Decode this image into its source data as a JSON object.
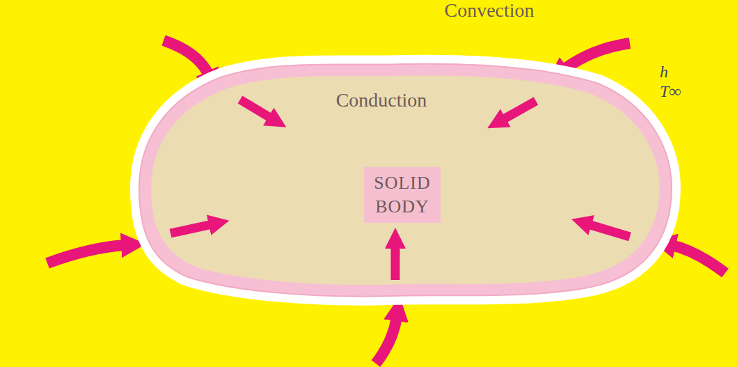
{
  "diagram": {
    "nodes": [
      {
        "text": [
          "Conduction"
        ]
      },
      {
        "text": [
          "SOLID BODY"
        ],
        "in": 0
      }
    ],
    "labels": [
      "Convection",
      "h",
      "T∞"
    ]
  }
}
